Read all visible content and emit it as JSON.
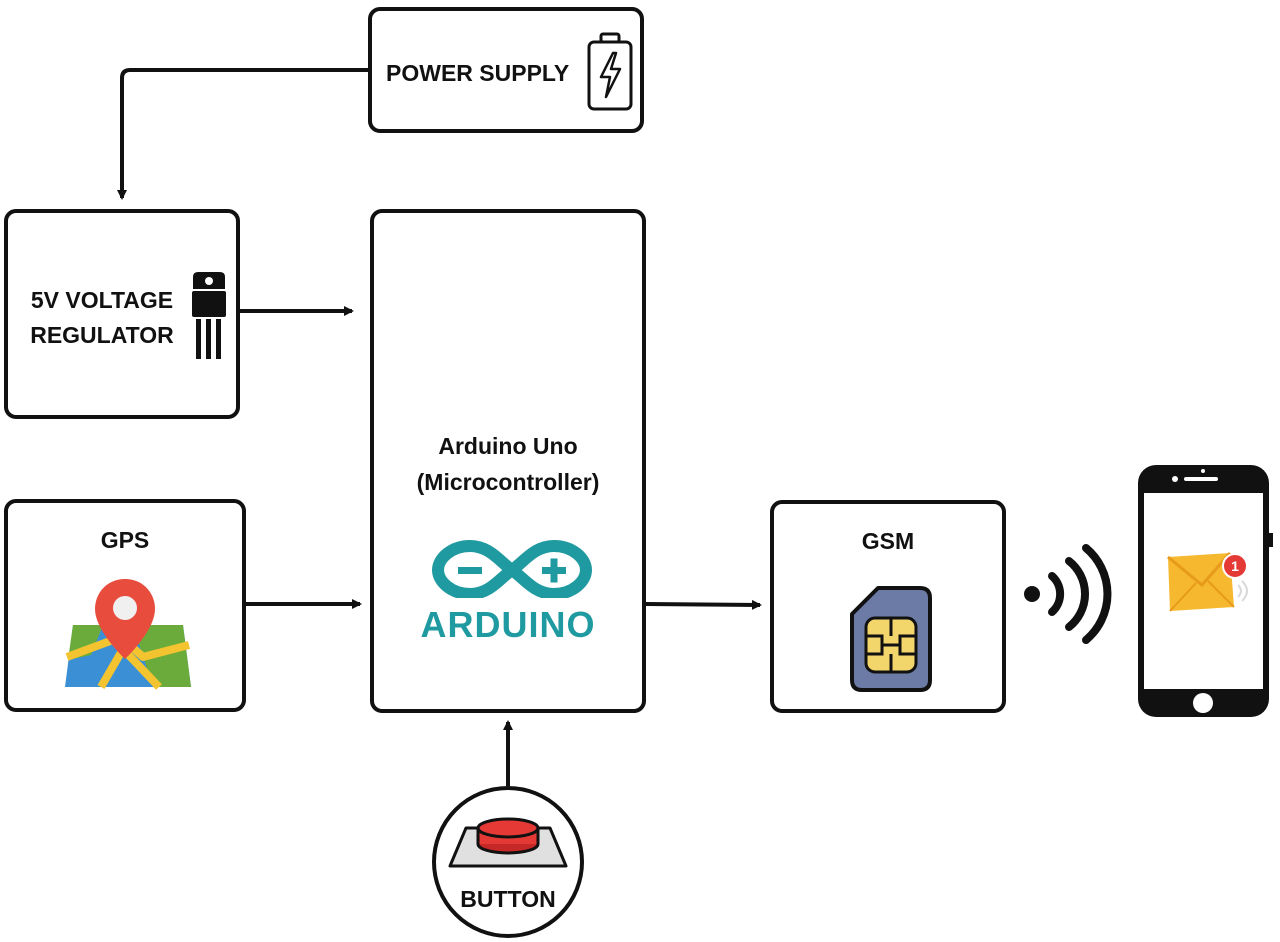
{
  "blocks": {
    "power_supply": "POWER SUPPLY",
    "regulator_line1": "5V VOLTAGE",
    "regulator_line2": "REGULATOR",
    "gps": "GPS",
    "mcu_line1": "Arduino Uno",
    "mcu_line2": "(Microcontroller)",
    "arduino_logo_text": "ARDUINO",
    "gsm": "GSM",
    "button": "BUTTON"
  },
  "colors": {
    "line": "#111111",
    "arduino_teal": "#1f9aa0",
    "pin_red": "#e84c3d",
    "map_blue": "#3b8fd4",
    "map_green": "#6aab3c",
    "map_yellow": "#f4c430",
    "sim_body": "#6b7ba6",
    "sim_chip": "#f2d56b",
    "button_red": "#e53935",
    "envelope": "#f5b82e",
    "badge_red": "#e53935"
  },
  "icons": {
    "power_supply": "battery-bolt-icon",
    "regulator": "voltage-regulator-icon",
    "gps": "map-pin-icon",
    "mcu": "arduino-logo-icon",
    "gsm": "sim-card-icon",
    "signal": "wireless-signal-icon",
    "phone": "smartphone-icon",
    "message": "envelope-notification-icon",
    "button": "push-button-icon"
  },
  "notification_count": "1"
}
